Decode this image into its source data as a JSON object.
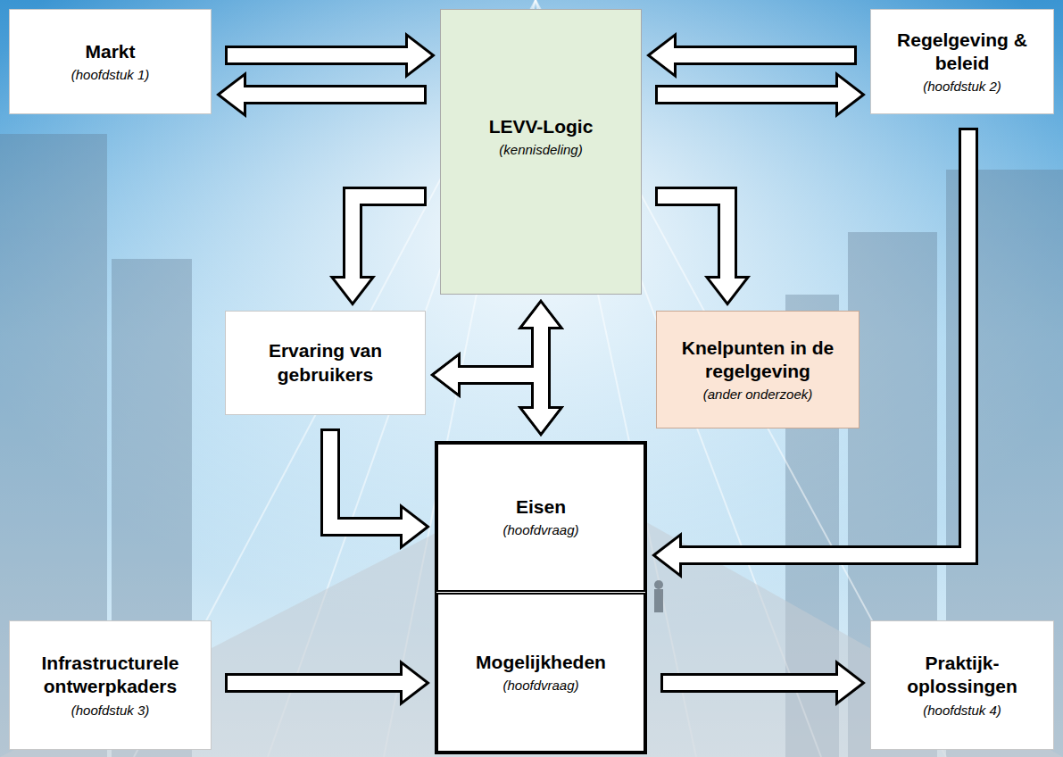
{
  "diagram": {
    "nodes": [
      {
        "text": [
          "Markt",
          "(hoofdstuk 1)"
        ]
      },
      {
        "text": [
          "LEVV-Logic",
          "(kennisdeling)"
        ]
      },
      {
        "text": [
          "Regelgeving & beleid",
          "(hoofdstuk 2)"
        ]
      },
      {
        "text": [
          "Ervaring van gebruikers"
        ]
      },
      {
        "text": [
          "Knelpunten in de regelgeving",
          "(ander onderzoek)"
        ]
      },
      {
        "text": [
          "Eisen",
          "(hoofdvraag)"
        ]
      },
      {
        "text": [
          "Infrastructurele ontwerpkaders",
          "(hoofdstuk 3)"
        ]
      },
      {
        "text": [
          "Mogelijkheden",
          "(hoofdvraag)"
        ]
      },
      {
        "text": [
          "Praktijk- oplossingen",
          "(hoofdstuk 4)"
        ]
      }
    ],
    "edges": [
      {
        "from": 0,
        "to": 1,
        "arrow": "to"
      },
      {
        "from": 1,
        "to": 0,
        "arrow": "to"
      },
      {
        "from": 2,
        "to": 1,
        "arrow": "to"
      },
      {
        "from": 1,
        "to": 2,
        "arrow": "to"
      },
      {
        "from": 1,
        "to": 3,
        "arrow": "to"
      },
      {
        "from": 1,
        "to": 4,
        "arrow": "to"
      },
      {
        "from": 2,
        "to": 5,
        "arrow": "to"
      },
      {
        "from": 3,
        "to": 5,
        "arrow": "to"
      },
      {
        "from": 6,
        "to": 7,
        "arrow": "to"
      },
      {
        "from": 7,
        "to": 8,
        "arrow": "to"
      },
      {
        "from": 1,
        "to": 5,
        "arrow": "both"
      },
      {
        "from": 1,
        "to": 3,
        "arrow": "both"
      },
      {
        "from": 5,
        "to": 3,
        "arrow": "both"
      }
    ]
  }
}
